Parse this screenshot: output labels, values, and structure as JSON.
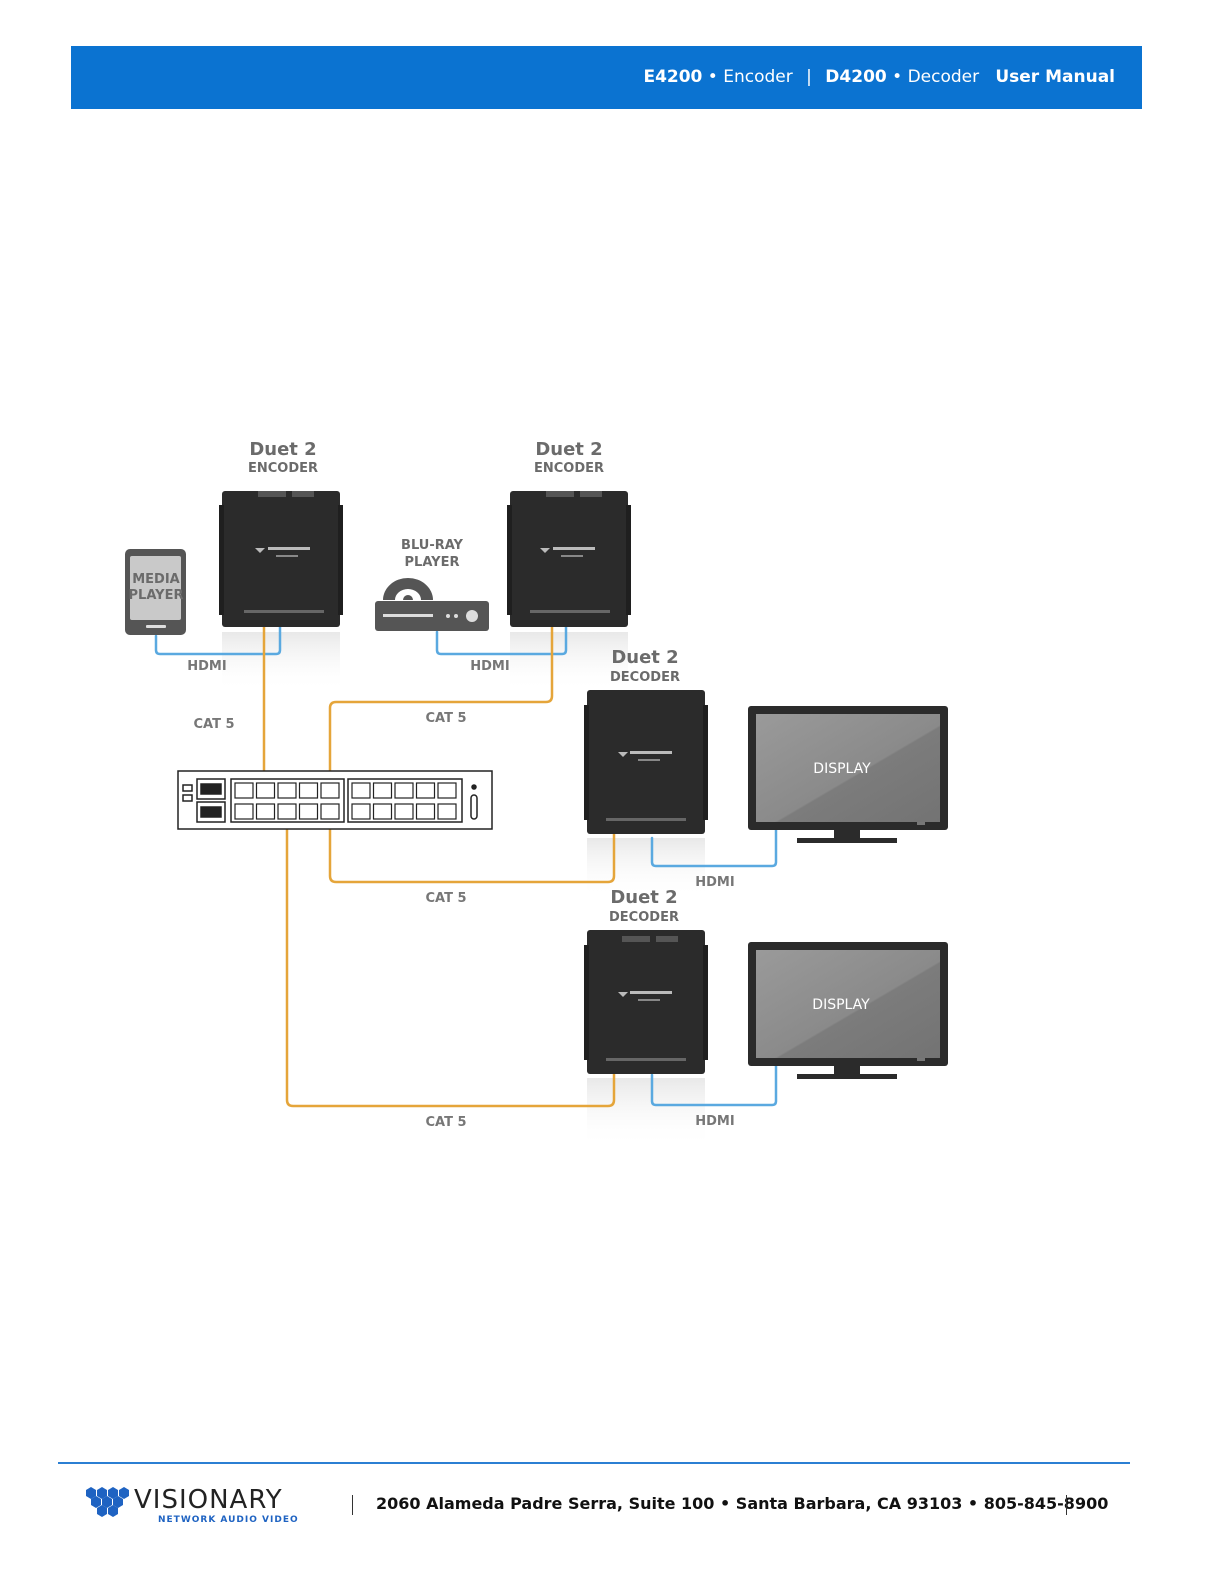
{
  "header": {
    "model_a": "E4200",
    "bullet_a": "•",
    "type_a": "Encoder",
    "separator": "|",
    "model_b": "D4200",
    "bullet_b": "•",
    "type_b": "Decoder",
    "title": "User Manual"
  },
  "diagram": {
    "encoder1": {
      "name": "Duet 2",
      "role": "ENCODER"
    },
    "encoder2": {
      "name": "Duet 2",
      "role": "ENCODER"
    },
    "decoder1": {
      "name": "Duet 2",
      "role": "DECODER"
    },
    "decoder2": {
      "name": "Duet 2",
      "role": "DECODER"
    },
    "media_player": {
      "line1": "MEDIA",
      "line2": "PLAYER"
    },
    "bluray_player": {
      "line1": "BLU-RAY",
      "line2": "PLAYER"
    },
    "display1": {
      "label": "DISPLAY"
    },
    "display2": {
      "label": "DISPLAY"
    },
    "cables": {
      "hdmi_media": "HDMI",
      "hdmi_bluray": "HDMI",
      "cat5_encoder1": "CAT 5",
      "cat5_encoder2": "CAT 5",
      "cat5_decoder1": "CAT 5",
      "cat5_decoder2": "CAT 5",
      "hdmi_display1": "HDMI",
      "hdmi_display2": "HDMI"
    },
    "colors": {
      "hdmi": "#5aa9e0",
      "cat5": "#e5a53a",
      "device": "#2b2b2b",
      "header": "#0b73d1"
    }
  },
  "footer": {
    "brand": "VISIONARY",
    "tagline": "NETWORK AUDIO VIDEO",
    "address": "2060 Alameda Padre Serra, Suite 100 • Santa Barbara, CA 93103 • 805-845-8900"
  }
}
